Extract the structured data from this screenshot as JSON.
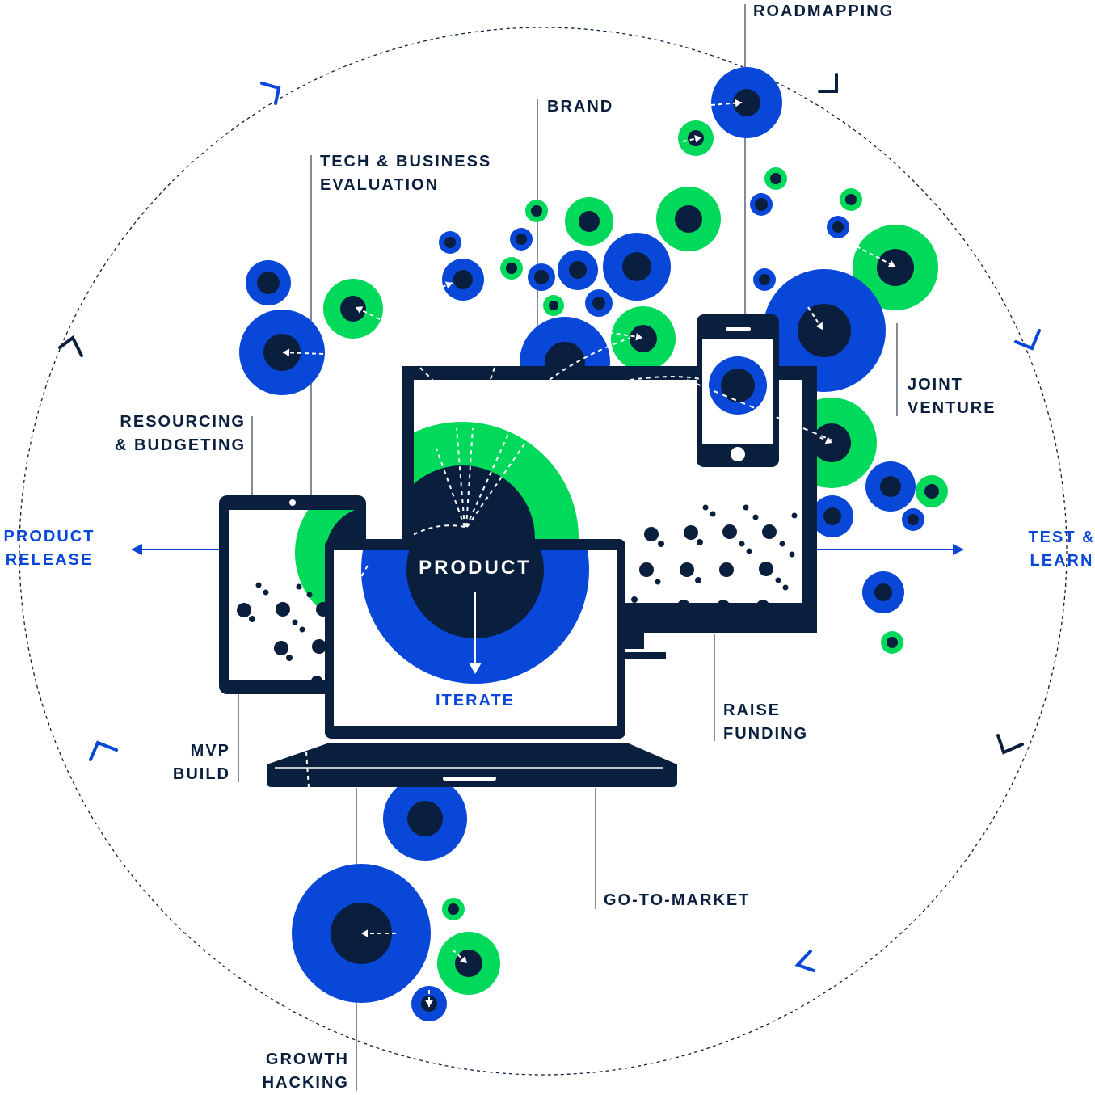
{
  "colors": {
    "navy": "#0a1f3d",
    "blue": "#0847d8",
    "green": "#00d95a",
    "white": "#ffffff",
    "line": "#5a6577"
  },
  "center": {
    "title": "PRODUCT",
    "subtitle": "ITERATE"
  },
  "cycle": {
    "left": [
      "PRODUCT",
      "RELEASE"
    ],
    "right": [
      "TEST &",
      "LEARN"
    ]
  },
  "stages": {
    "roadmapping": [
      "ROADMAPPING"
    ],
    "brand": [
      "BRAND"
    ],
    "tech_business_evaluation": [
      "TECH & BUSINESS",
      "EVALUATION"
    ],
    "resourcing_budgeting": [
      "RESOURCING",
      "& BUDGETING"
    ],
    "joint_venture": [
      "JOINT",
      "VENTURE"
    ],
    "raise_funding": [
      "RAISE",
      "FUNDING"
    ],
    "mvp_build": [
      "MVP",
      "BUILD"
    ],
    "go_to_market": [
      "GO-TO-MARKET"
    ],
    "growth_hacking": [
      "GROWTH",
      "HACKING"
    ]
  },
  "icons": {
    "cycle_arrows": "chevron-icon",
    "devices": [
      "desktop-monitor-icon",
      "tablet-icon",
      "laptop-icon",
      "smartphone-icon"
    ],
    "bubbles": "target-circle-icon"
  }
}
